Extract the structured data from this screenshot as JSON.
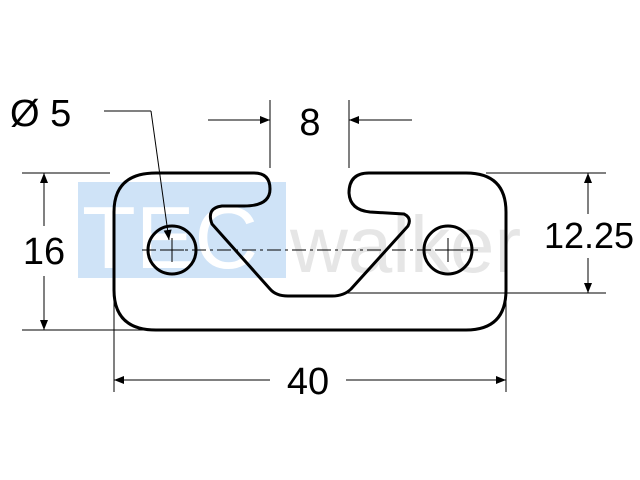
{
  "diagram": {
    "hole_diameter_label": "Ø 5",
    "slot_width_label": "8",
    "height_label": "16",
    "hole_center_height_label": "12.25",
    "width_label": "40",
    "watermark": {
      "brand_prefix": "TEC",
      "brand_suffix": "walker"
    }
  },
  "colors": {
    "line": "#000000",
    "watermark_box": "#cfe3f7",
    "watermark_text": "#e6e6e6"
  }
}
